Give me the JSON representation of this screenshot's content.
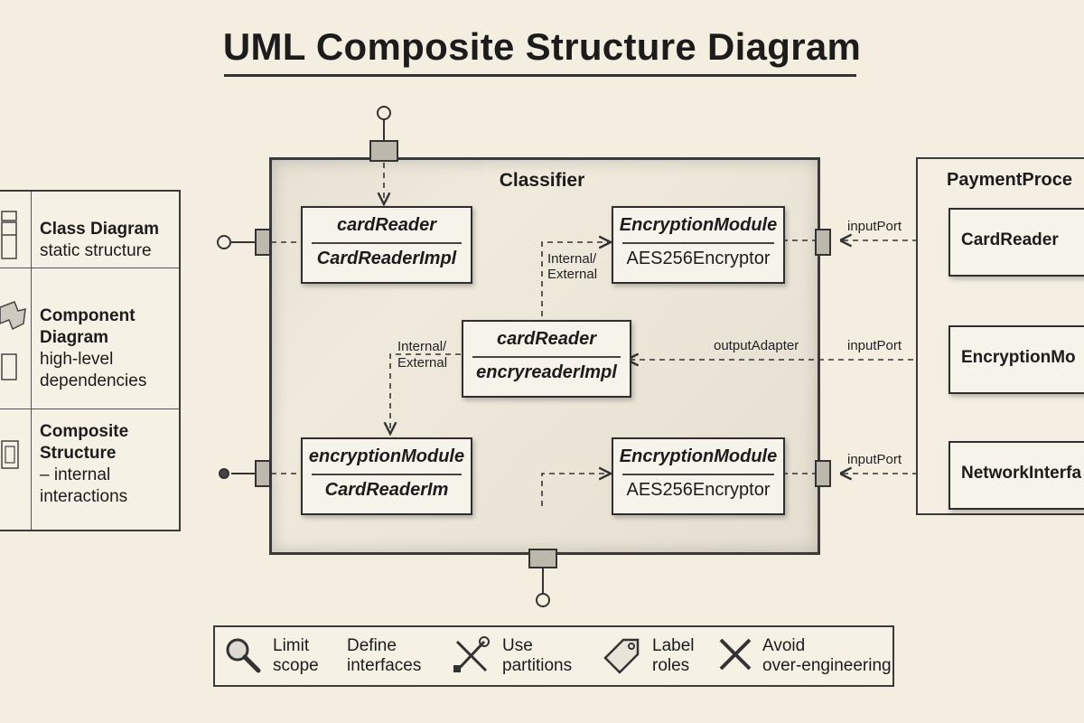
{
  "title": "UML Composite Structure Diagram",
  "legend": [
    {
      "title": "Class Diagram",
      "desc": "static structure"
    },
    {
      "title": "Component Diagram",
      "desc": "high-level dependencies"
    },
    {
      "title": "Composite Structure",
      "desc": "– internal interactions"
    }
  ],
  "classifier": {
    "label": "Classifier",
    "parts": [
      {
        "role": "cardReader",
        "type": "CardReaderImpl"
      },
      {
        "role": "EncryptionModule",
        "type": "AES256Encryptor"
      },
      {
        "role": "cardReader",
        "type": "encryreaderImpl"
      },
      {
        "role": "encryptionModule",
        "type": "CardReaderIm"
      },
      {
        "role": "EncryptionModule",
        "type": "AES256Encryptor"
      }
    ],
    "labels": {
      "internal_external_1_a": "Internal/",
      "internal_external_1_b": "External",
      "internal_external_2_a": "Internal/",
      "internal_external_2_b": "External",
      "output_adapter": "outputAdapter"
    }
  },
  "connectors": {
    "input_port_1": "inputPort",
    "input_port_2": "inputPort",
    "input_port_3": "inputPort"
  },
  "processor": {
    "label": "PaymentProce",
    "boxes": [
      "CardReader",
      "EncryptionMo",
      "NetworkInterfa"
    ]
  },
  "tips": [
    {
      "icon": "magnifier-icon",
      "line1": "Limit",
      "line2": "scope"
    },
    {
      "icon": "",
      "line1": "Define",
      "line2": "interfaces"
    },
    {
      "icon": "tools-icon",
      "line1": "Use",
      "line2": "partitions"
    },
    {
      "icon": "tag-icon",
      "line1": "Label",
      "line2": "roles"
    },
    {
      "icon": "cross-icon",
      "line1": "Avoid",
      "line2": "over-engineering"
    }
  ]
}
